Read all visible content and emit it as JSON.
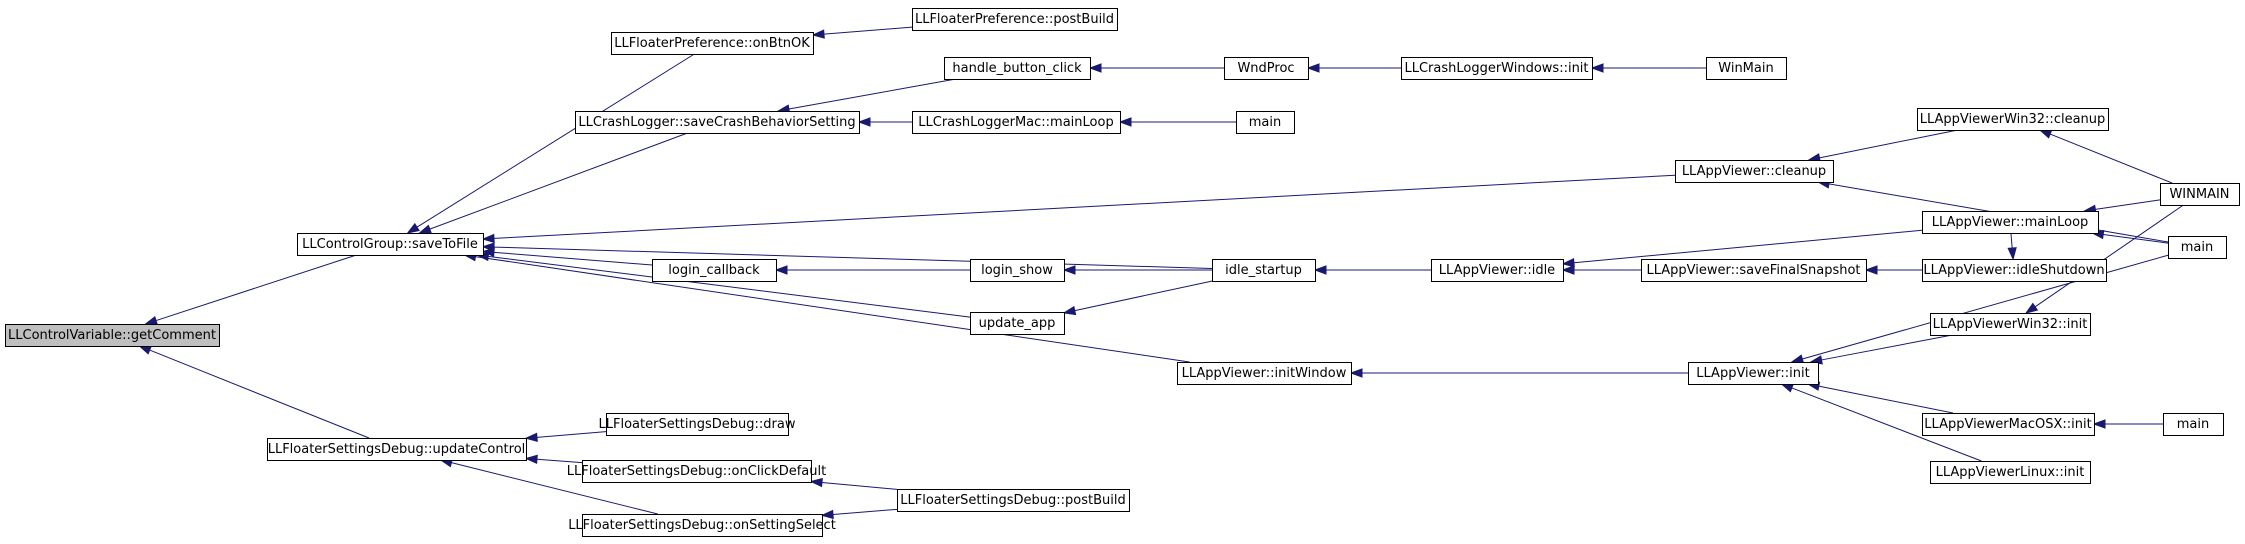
{
  "graph": {
    "edge_color": "#191970",
    "root_fill": "#bfbfbf",
    "node_fill": "#ffffff",
    "nodes": [
      {
        "id": "getComment",
        "label": "LLControlVariable::getComment",
        "root": true
      },
      {
        "id": "saveToFile",
        "label": "LLControlGroup::saveToFile"
      },
      {
        "id": "updateControl",
        "label": "LLFloaterSettingsDebug::updateControl"
      },
      {
        "id": "onBtnOK",
        "label": "LLFloaterPreference::onBtnOK"
      },
      {
        "id": "prefPostBuild",
        "label": "LLFloaterPreference::postBuild"
      },
      {
        "id": "saveCrash",
        "label": "LLCrashLogger::saveCrashBehaviorSetting"
      },
      {
        "id": "handleButton",
        "label": "handle_button_click"
      },
      {
        "id": "wndProc",
        "label": "WndProc"
      },
      {
        "id": "crashWinInit",
        "label": "LLCrashLoggerWindows::init"
      },
      {
        "id": "winMainSmall",
        "label": "WinMain"
      },
      {
        "id": "crashMacLoop",
        "label": "LLCrashLoggerMac::mainLoop"
      },
      {
        "id": "mainA",
        "label": "main"
      },
      {
        "id": "loginCallback",
        "label": "login_callback"
      },
      {
        "id": "loginShow",
        "label": "login_show"
      },
      {
        "id": "idleStartup",
        "label": "idle_startup"
      },
      {
        "id": "updateApp",
        "label": "update_app"
      },
      {
        "id": "initWindow",
        "label": "LLAppViewer::initWindow"
      },
      {
        "id": "avCleanup",
        "label": "LLAppViewer::cleanup"
      },
      {
        "id": "avWin32Cleanup",
        "label": "LLAppViewerWin32::cleanup"
      },
      {
        "id": "winMAIN",
        "label": "WINMAIN"
      },
      {
        "id": "mainB",
        "label": "main"
      },
      {
        "id": "avMainLoop",
        "label": "LLAppViewer::mainLoop"
      },
      {
        "id": "avIdle",
        "label": "LLAppViewer::idle"
      },
      {
        "id": "avSaveFinal",
        "label": "LLAppViewer::saveFinalSnapshot"
      },
      {
        "id": "avIdleShutdown",
        "label": "LLAppViewer::idleShutdown"
      },
      {
        "id": "avInit",
        "label": "LLAppViewer::init"
      },
      {
        "id": "avWin32Init",
        "label": "LLAppViewerWin32::init"
      },
      {
        "id": "avMacInit",
        "label": "LLAppViewerMacOSX::init"
      },
      {
        "id": "mainC",
        "label": "main"
      },
      {
        "id": "avLinuxInit",
        "label": "LLAppViewerLinux::init"
      },
      {
        "id": "fsdDraw",
        "label": "LLFloaterSettingsDebug::draw"
      },
      {
        "id": "fsdClickDefault",
        "label": "LLFloaterSettingsDebug::onClickDefault"
      },
      {
        "id": "fsdPostBuild",
        "label": "LLFloaterSettingsDebug::postBuild"
      },
      {
        "id": "fsdSettingSelect",
        "label": "LLFloaterSettingsDebug::onSettingSelect"
      }
    ],
    "edges": [
      {
        "from": "saveToFile",
        "to": "getComment"
      },
      {
        "from": "updateControl",
        "to": "getComment"
      },
      {
        "from": "onBtnOK",
        "to": "saveToFile"
      },
      {
        "from": "saveCrash",
        "to": "saveToFile"
      },
      {
        "from": "avCleanup",
        "to": "saveToFile"
      },
      {
        "from": "idleStartup",
        "to": "saveToFile"
      },
      {
        "from": "loginCallback",
        "to": "saveToFile"
      },
      {
        "from": "updateApp",
        "to": "saveToFile"
      },
      {
        "from": "initWindow",
        "to": "saveToFile"
      },
      {
        "from": "prefPostBuild",
        "to": "onBtnOK"
      },
      {
        "from": "handleButton",
        "to": "saveCrash"
      },
      {
        "from": "crashMacLoop",
        "to": "saveCrash"
      },
      {
        "from": "wndProc",
        "to": "handleButton"
      },
      {
        "from": "crashWinInit",
        "to": "wndProc"
      },
      {
        "from": "winMainSmall",
        "to": "crashWinInit"
      },
      {
        "from": "mainA",
        "to": "crashMacLoop"
      },
      {
        "from": "loginShow",
        "to": "loginCallback"
      },
      {
        "from": "idleStartup",
        "to": "loginShow"
      },
      {
        "from": "idleStartup",
        "to": "updateApp"
      },
      {
        "from": "avIdle",
        "to": "idleStartup"
      },
      {
        "from": "avWin32Cleanup",
        "to": "avCleanup"
      },
      {
        "from": "mainB",
        "to": "avCleanup"
      },
      {
        "from": "winMAIN",
        "to": "avWin32Cleanup"
      },
      {
        "from": "avMainLoop",
        "to": "avIdle"
      },
      {
        "from": "avSaveFinal",
        "to": "avIdle"
      },
      {
        "from": "avIdleShutdown",
        "to": "avIdle"
      },
      {
        "from": "winMAIN",
        "to": "avMainLoop"
      },
      {
        "from": "mainB",
        "to": "avMainLoop"
      },
      {
        "from": "avIdleShutdown",
        "to": "avSaveFinal"
      },
      {
        "from": "avMainLoop",
        "to": "avIdleShutdown"
      },
      {
        "from": "avInit",
        "to": "initWindow"
      },
      {
        "from": "avWin32Init",
        "to": "avInit"
      },
      {
        "from": "avMacInit",
        "to": "avInit"
      },
      {
        "from": "avLinuxInit",
        "to": "avInit"
      },
      {
        "from": "mainB",
        "to": "avInit"
      },
      {
        "from": "winMAIN",
        "to": "avWin32Init"
      },
      {
        "from": "mainC",
        "to": "avMacInit"
      },
      {
        "from": "fsdDraw",
        "to": "updateControl"
      },
      {
        "from": "fsdClickDefault",
        "to": "updateControl"
      },
      {
        "from": "fsdSettingSelect",
        "to": "updateControl"
      },
      {
        "from": "fsdPostBuild",
        "to": "fsdClickDefault"
      },
      {
        "from": "fsdPostBuild",
        "to": "fsdSettingSelect"
      }
    ]
  }
}
